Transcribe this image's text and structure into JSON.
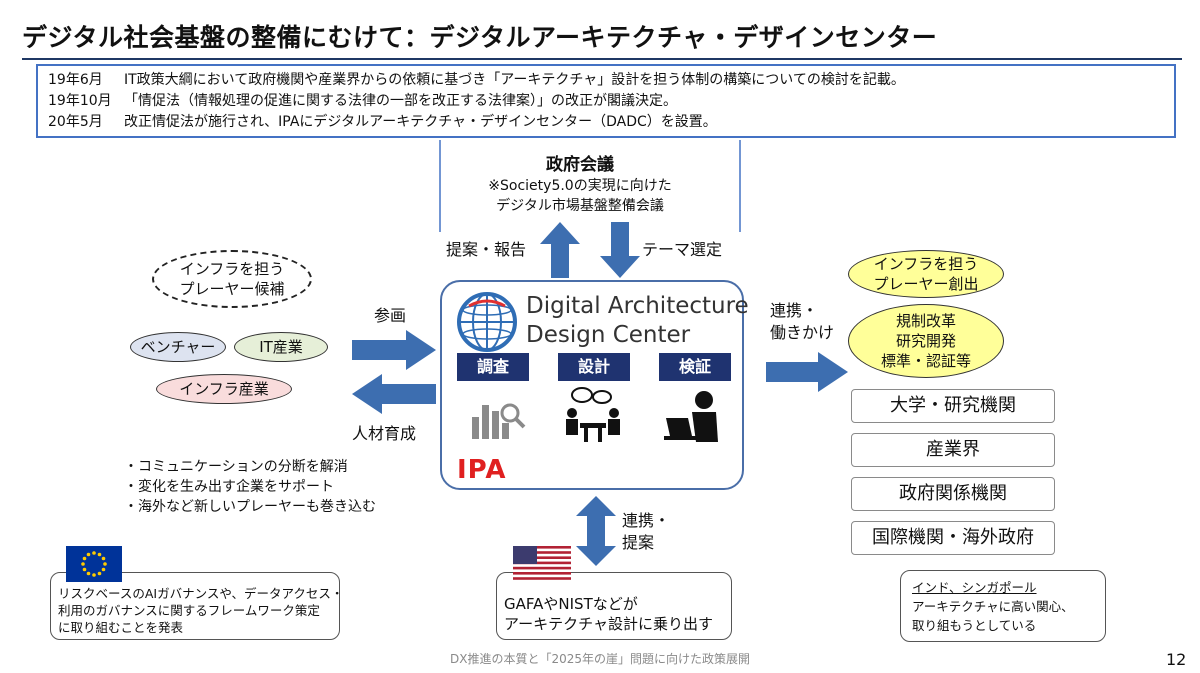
{
  "title": "デジタル社会基盤の整備にむけて：デジタルアーキテクチャ・デザインセンター",
  "timeline": [
    {
      "date": "19年6月",
      "text": "IT政策大綱において政府機関や産業界からの依頼に基づき「アーキテクチャ」設計を担う体制の構築についての検討を記載。"
    },
    {
      "date": "19年10月",
      "text": "「情促法（情報処理の促進に関する法律の一部を改正する法律案）」の改正が閣議決定。"
    },
    {
      "date": "20年5月",
      "text": "改正情促法が施行され、IPAにデジタルアーキテクチャ・デザインセンター（DADC）を設置。"
    }
  ],
  "government": {
    "title": "政府会議",
    "subtitle_line1": "※Society5.0の実現に向けた",
    "subtitle_line2": "デジタル市場基盤整備会議",
    "up_label": "提案・報告",
    "down_label": "テーマ選定"
  },
  "dadc": {
    "name_line1": "Digital Architecture",
    "name_line2": "Design Center",
    "tags": [
      "調査",
      "設計",
      "検証"
    ],
    "ipa": "IPA"
  },
  "left": {
    "candidate_line1": "インフラを担う",
    "candidate_line2": "プレーヤー候補",
    "venture": "ベンチャー",
    "it_industry": "IT産業",
    "infra_industry": "インフラ産業",
    "participation": "参画",
    "talent": "人材育成",
    "bullets": [
      "・コミュニケーションの分断を解消",
      "・変化を生み出す企業をサポート",
      "・海外など新しいプレーヤーも巻き込む"
    ]
  },
  "right": {
    "link_line1": "連携・",
    "link_line2": "働きかけ",
    "creation_line1": "インフラを担う",
    "creation_line2": "プレーヤー創出",
    "reform_line1": "規制改革",
    "reform_line2": "研究開発",
    "reform_line3": "標準・認証等",
    "boxes": [
      "大学・研究機関",
      "産業界",
      "政府関係機関",
      "国際機関・海外政府"
    ]
  },
  "bottom": {
    "link_line1": "連携・",
    "link_line2": "提案",
    "eu_line1": "リスクベースのAIガバナンスや、データアクセス・",
    "eu_line2": "利用のガバナンスに関するフレームワーク策定",
    "eu_line3": "に取り組むことを発表",
    "us_line1": "GAFAやNISTなどが",
    "us_line2": "アーキテクチャ設計に乗り出す",
    "asia_head": "インド、シンガポール",
    "asia_line1": "アーキテクチャに高い関心、",
    "asia_line2": "取り組もうとしている"
  },
  "footer": "DX推進の本質と「2025年の崖」問題に向けた政策展開",
  "page_number": "12",
  "colors": {
    "arrow": "#3d6eb0",
    "tag": "#1f3370",
    "ipa": "#e02020",
    "ellipse_yellow": "#ffff99",
    "eu_blue": "#003399"
  }
}
